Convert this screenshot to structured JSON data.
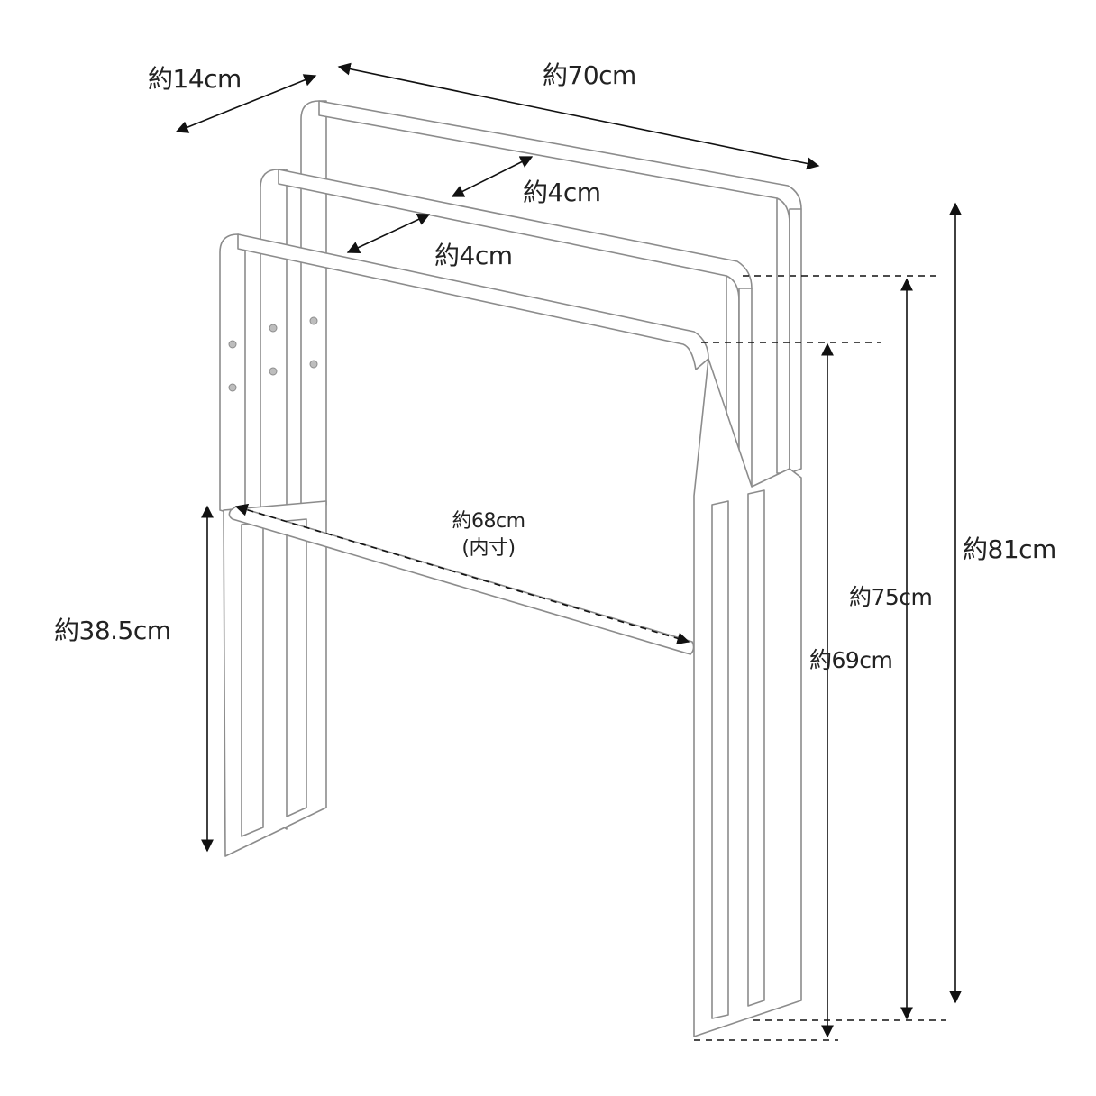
{
  "title": "",
  "dimensions": {
    "depth_total": "約14cm",
    "width_total": "約70cm",
    "gap_back": "約4cm",
    "gap_front": "約4cm",
    "inner_width": "約68cm",
    "inner_width_note": "(内寸)",
    "bottom_bar_height": "約38.5cm",
    "height_back": "約81cm",
    "height_middle": "約75cm",
    "height_front": "約69cm"
  },
  "colors": {
    "frame_fill": "#ffffff",
    "frame_stroke": "#8c8c8c",
    "dimension_line": "#111111",
    "text": "#222222"
  }
}
